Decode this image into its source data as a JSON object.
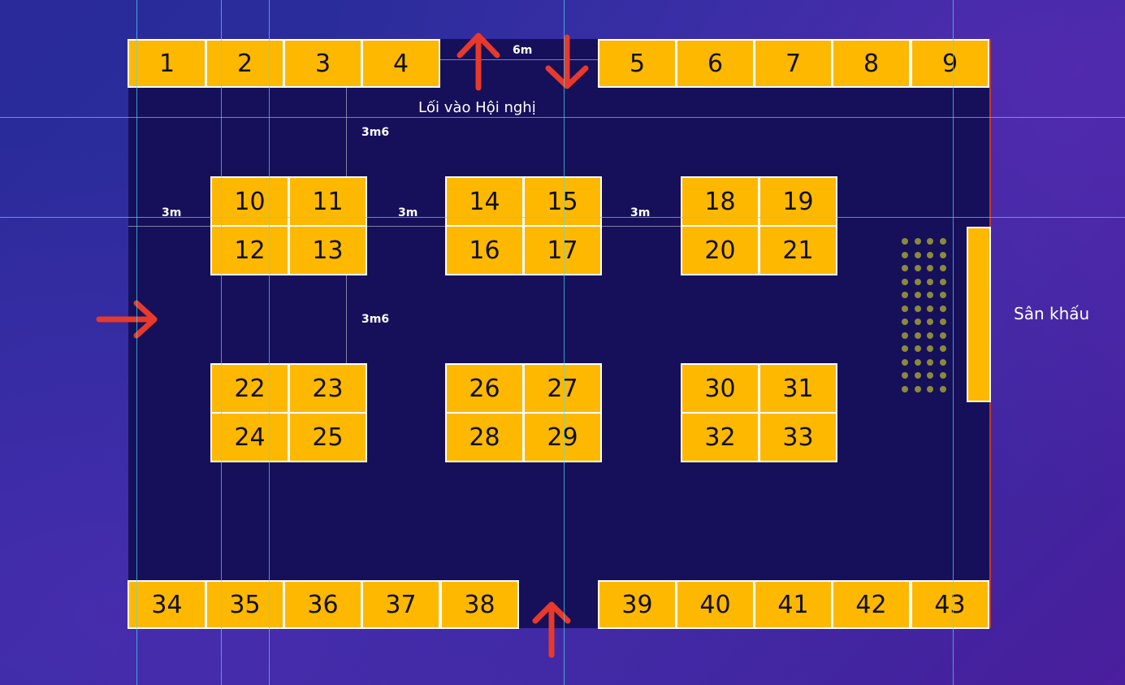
{
  "booths": [
    {
      "n": "1"
    },
    {
      "n": "2"
    },
    {
      "n": "3"
    },
    {
      "n": "4"
    },
    {
      "n": "5"
    },
    {
      "n": "6"
    },
    {
      "n": "7"
    },
    {
      "n": "8"
    },
    {
      "n": "9"
    },
    {
      "n": "10"
    },
    {
      "n": "11"
    },
    {
      "n": "12"
    },
    {
      "n": "13"
    },
    {
      "n": "14"
    },
    {
      "n": "15"
    },
    {
      "n": "16"
    },
    {
      "n": "17"
    },
    {
      "n": "18"
    },
    {
      "n": "19"
    },
    {
      "n": "20"
    },
    {
      "n": "21"
    },
    {
      "n": "22"
    },
    {
      "n": "23"
    },
    {
      "n": "24"
    },
    {
      "n": "25"
    },
    {
      "n": "26"
    },
    {
      "n": "27"
    },
    {
      "n": "28"
    },
    {
      "n": "29"
    },
    {
      "n": "30"
    },
    {
      "n": "31"
    },
    {
      "n": "32"
    },
    {
      "n": "33"
    },
    {
      "n": "34"
    },
    {
      "n": "35"
    },
    {
      "n": "36"
    },
    {
      "n": "37"
    },
    {
      "n": "38"
    },
    {
      "n": "39"
    },
    {
      "n": "40"
    },
    {
      "n": "41"
    },
    {
      "n": "42"
    },
    {
      "n": "43"
    }
  ],
  "labels": {
    "entrance": "Lối vào Hội nghị",
    "stage": "Sân khấu",
    "width_6m": "6m",
    "gap_3m6_top": "3m6",
    "gap_3m6_mid": "3m6",
    "gap_3m_left": "3m",
    "gap_3m_a": "3m",
    "gap_3m_b": "3m"
  },
  "colors": {
    "booth": "#ffb800",
    "floor": "#16105a",
    "arrow": "#e8392b",
    "guide": "#46dcf0"
  }
}
